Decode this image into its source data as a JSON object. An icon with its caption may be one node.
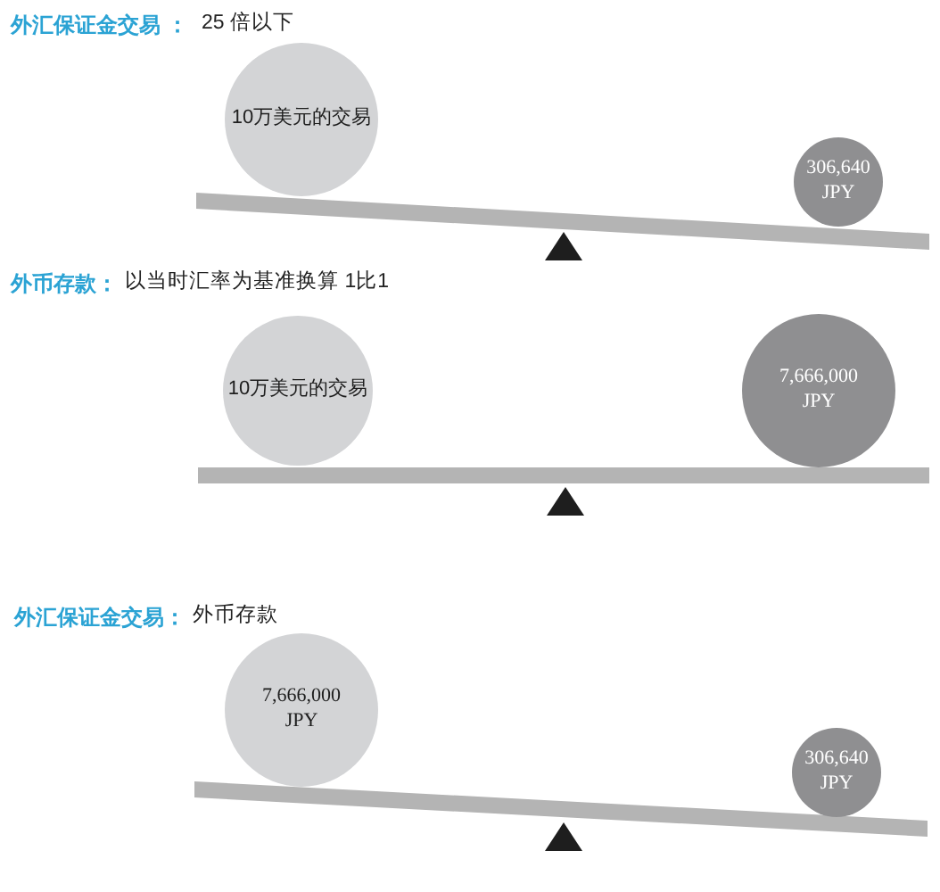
{
  "diagram": {
    "nodes": [
      {
        "text": [
          "10万美元的交易"
        ]
      },
      {
        "text": [
          "306,640 JPY"
        ]
      },
      {
        "text": [
          "10万美元的交易"
        ]
      },
      {
        "text": [
          "7,666,000 JPY"
        ]
      },
      {
        "text": [
          "7,666,000 JPY"
        ]
      },
      {
        "text": [
          "306,640 JPY"
        ]
      }
    ],
    "labels": [
      "外汇保证金交易 ：",
      "25 倍以下",
      "外币存款：",
      "以当时汇率为基准换算 1比1",
      "外汇保证金交易：",
      "外币存款"
    ]
  }
}
